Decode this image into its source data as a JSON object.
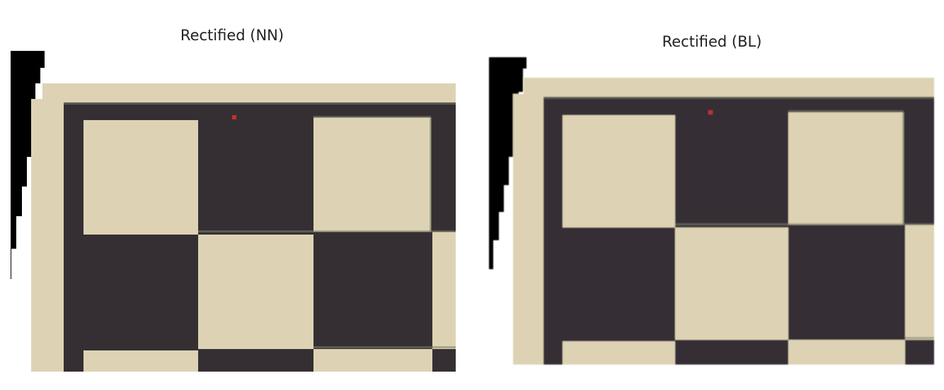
{
  "panels": [
    {
      "id": "nn",
      "title": "Rectified (NN)",
      "interpolation": "nearest-neighbor"
    },
    {
      "id": "bl",
      "title": "Rectified (BL)",
      "interpolation": "bilinear"
    }
  ],
  "colors": {
    "background": "#ffffff",
    "board_light": "#ddd3b4",
    "board_dark": "#352f34",
    "invalid_region": "#000000",
    "marker": "#c0302f",
    "edge_tint": "#7c806a"
  }
}
